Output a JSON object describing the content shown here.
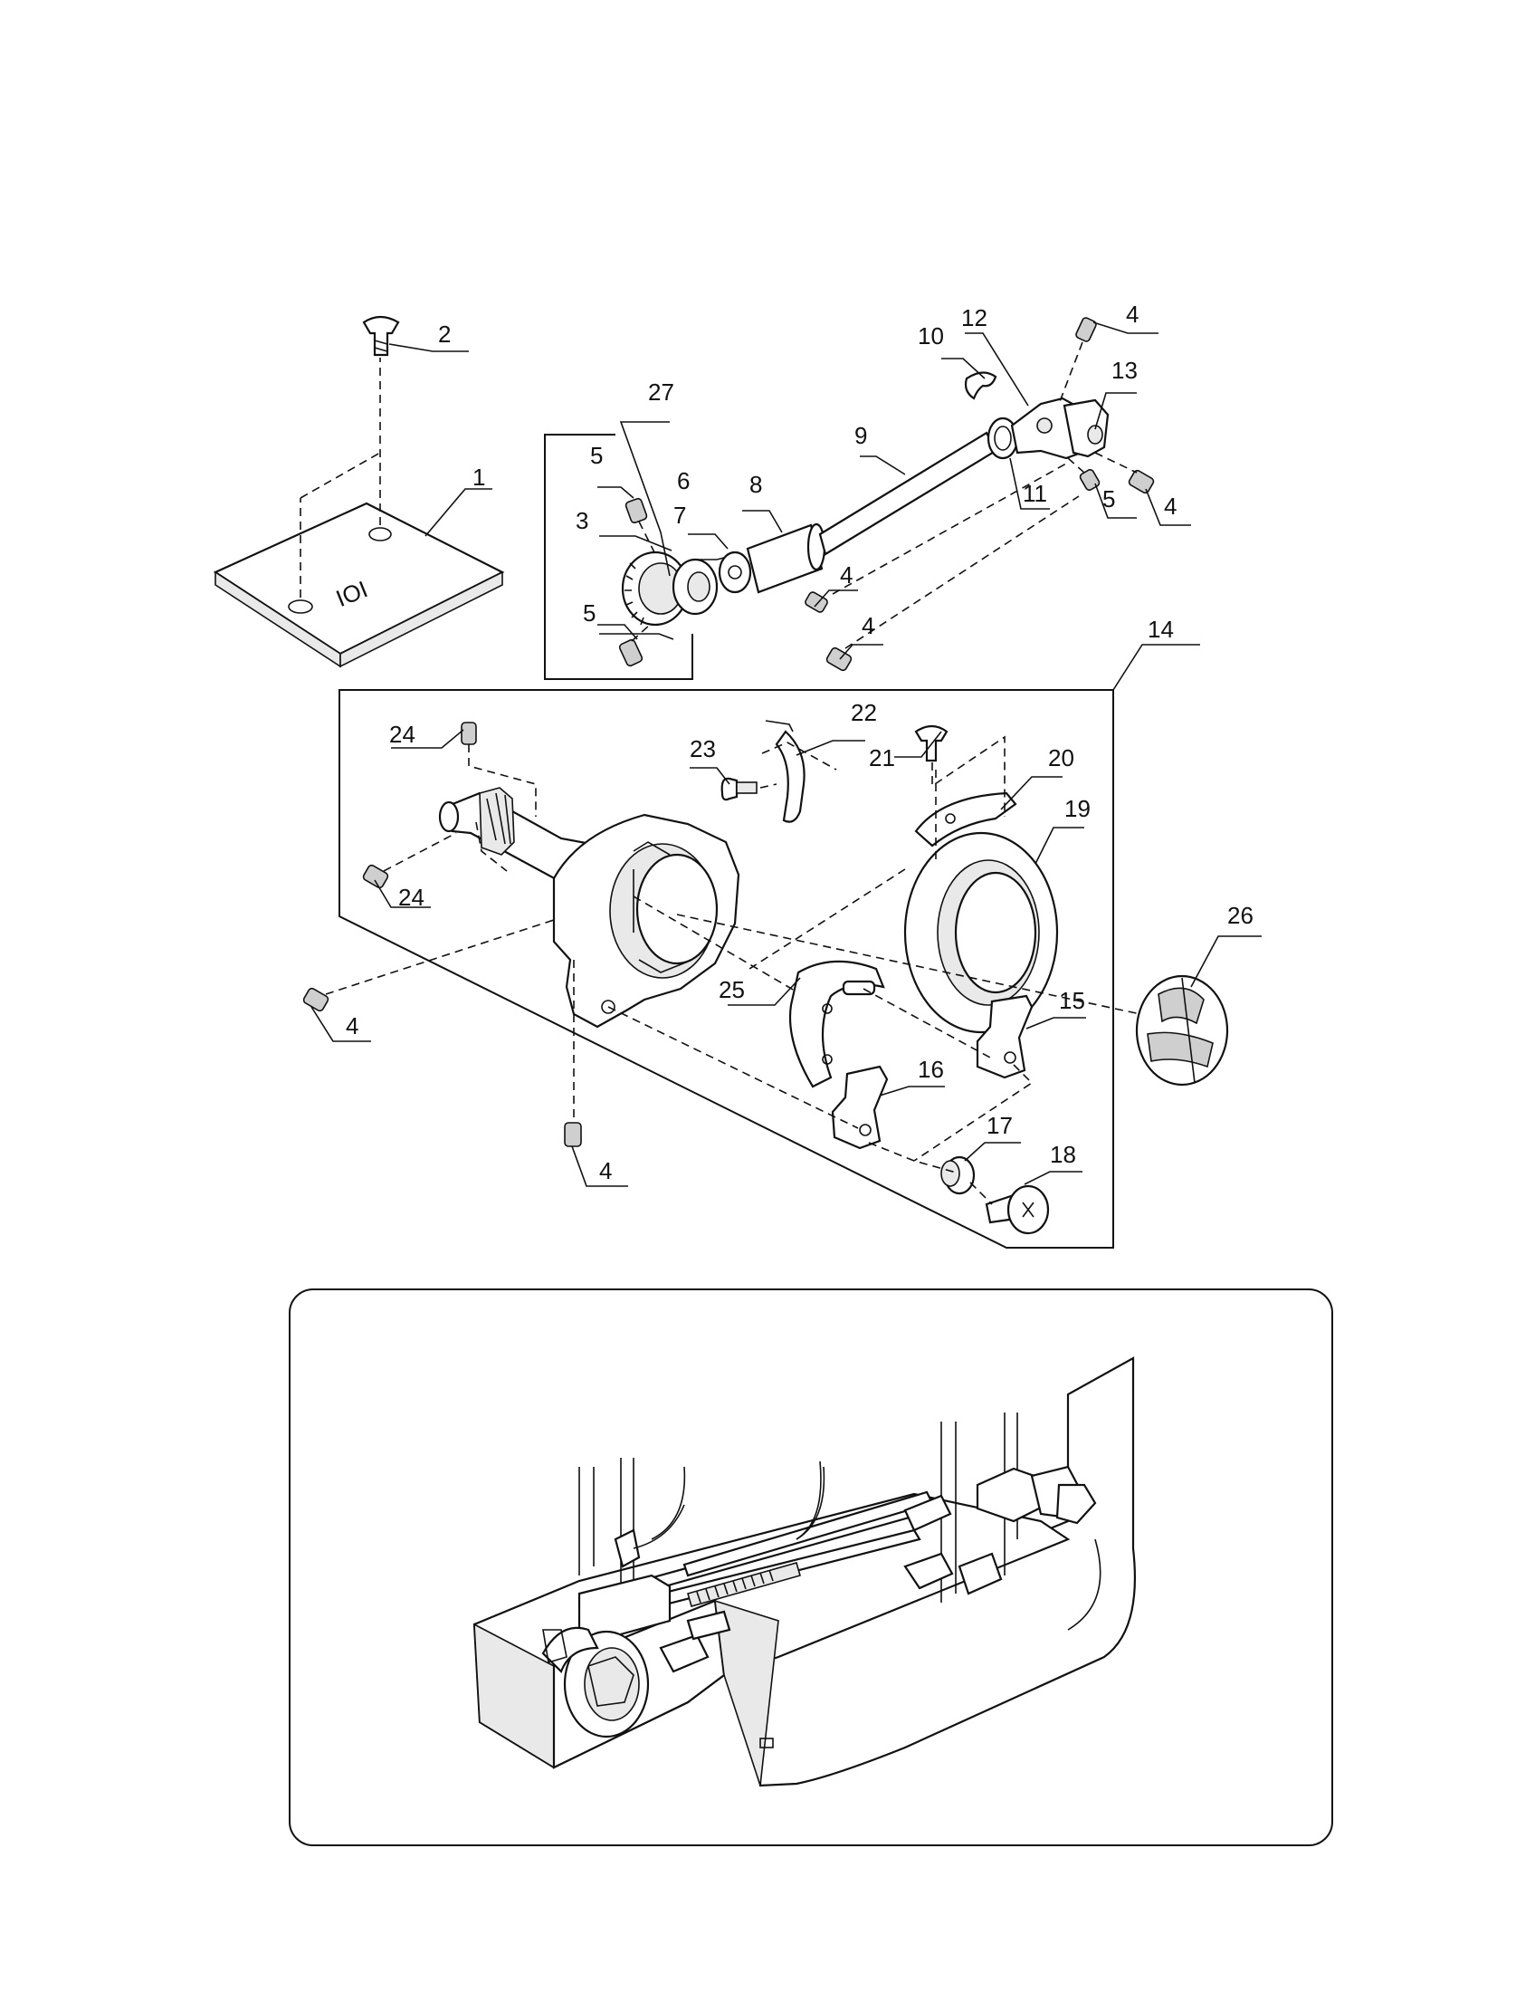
{
  "callouts": {
    "c1": "1",
    "c2": "2",
    "c3": "3",
    "c4a": "4",
    "c4b": "4",
    "c4c": "4",
    "c4d": "4",
    "c4e": "4",
    "c4f": "4",
    "c5a": "5",
    "c5b": "5",
    "c5c": "5",
    "c6": "6",
    "c7": "7",
    "c8": "8",
    "c9": "9",
    "c10": "10",
    "c11": "11",
    "c12": "12",
    "c13": "13",
    "c14": "14",
    "c15": "15",
    "c16": "16",
    "c17": "17",
    "c18": "18",
    "c19": "19",
    "c20": "20",
    "c21": "21",
    "c22": "22",
    "c23": "23",
    "c24a": "24",
    "c24b": "24",
    "c25": "25",
    "c26": "26",
    "c27": "27"
  },
  "needle_plate_marking": "IOI"
}
